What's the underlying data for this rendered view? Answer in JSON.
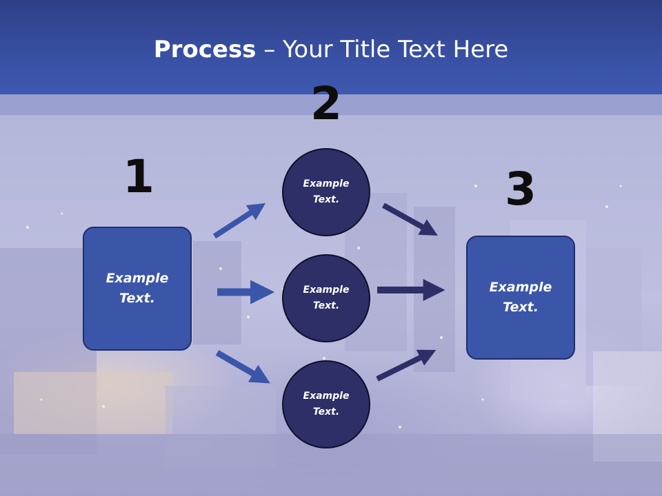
{
  "title": {
    "bold": "Process",
    "rest": " – Your Title Text Here"
  },
  "steps": {
    "one": "1",
    "two": "2",
    "three": "3"
  },
  "nodes": {
    "left_box": "Example\nText.",
    "circle_top": "Example\nText.",
    "circle_mid": "Example\nText.",
    "circle_bottom": "Example\nText.",
    "right_box": "Example\nText."
  },
  "colors": {
    "header": "#3a53a8",
    "box": "#3b56a8",
    "circle": "#2e2f66",
    "arrow_light": "#3b56a8",
    "arrow_dark": "#2e2f66"
  }
}
